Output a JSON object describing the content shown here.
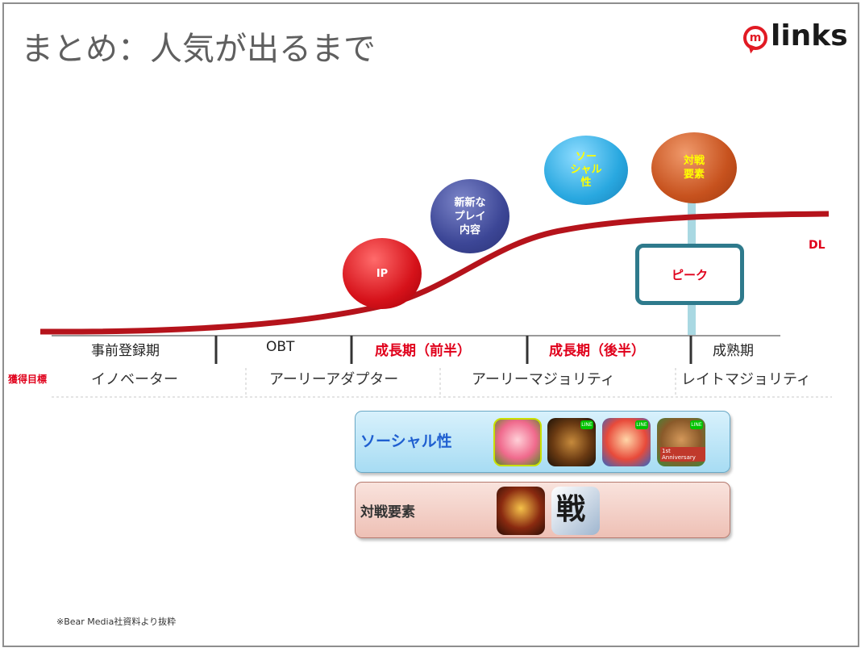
{
  "slide": {
    "title": "まとめ：人気が出るまで",
    "logo_text": "links",
    "logo_mark": "m"
  },
  "bubbles": {
    "ip": "IP",
    "new_play": [
      "新新な",
      "プレイ",
      "内容"
    ],
    "social": [
      "ソー",
      "シャル",
      "性"
    ],
    "battle": [
      "対戦",
      "要素"
    ]
  },
  "curve_label": "DL",
  "peak_label": "ピーク",
  "phases": [
    "事前登録期",
    "OBT",
    "成長期（前半）",
    "成長期（後半）",
    "成熟期"
  ],
  "target_label": "獲得目標",
  "adopters": [
    "イノベーター",
    "アーリーアダプター",
    "アーリーマジョリティ",
    "レイトマジョリティ"
  ],
  "panels": {
    "social": {
      "label": "ソーシャル性",
      "icons": [
        "pig-game-icon",
        "brown-bear-game-icon",
        "hero-game-icon",
        "brown-farm-game-icon"
      ],
      "anniversary_badge": "1st Anniversary",
      "line_badge": "LINE"
    },
    "battle": {
      "label": "対戦要素",
      "icons": [
        "clash-game-icon",
        "kanji-game-icon"
      ],
      "kanji_glyph": "戦"
    }
  },
  "footnote": "※Bear Media社資料より抜粋",
  "colors": {
    "curve": "#b5131b",
    "accent_red": "#e0001b",
    "peak_border": "#2e7a8c",
    "peak_line": "#a9d8e2",
    "social_text": "#1f5fd0"
  }
}
